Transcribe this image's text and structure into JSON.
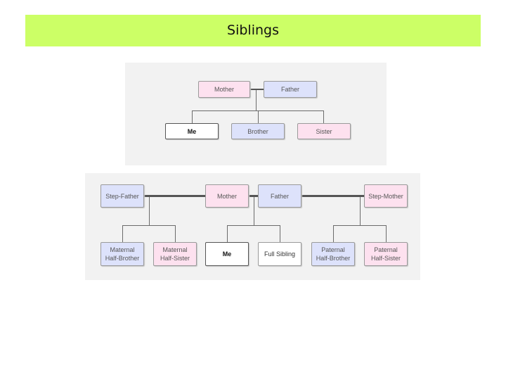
{
  "slide": {
    "title": "Siblings"
  },
  "diagram1": {
    "mother": "Mother",
    "father": "Father",
    "me": "Me",
    "brother": "Brother",
    "sister": "Sister"
  },
  "diagram2": {
    "step_father": "Step-Father",
    "mother": "Mother",
    "father": "Father",
    "step_mother": "Step-Mother",
    "maternal_half_brother": [
      "Maternal",
      "Half-Brother"
    ],
    "maternal_half_sister": [
      "Maternal",
      "Half-Sister"
    ],
    "me": "Me",
    "full_sibling": "Full Sibling",
    "paternal_half_brother": [
      "Paternal",
      "Half-Brother"
    ],
    "paternal_half_sister": [
      "Paternal",
      "Half-Sister"
    ]
  },
  "colors": {
    "title_bar": "#ccff66",
    "female": "#fde1ef",
    "male": "#dde2fb",
    "self": "#ffffff"
  }
}
